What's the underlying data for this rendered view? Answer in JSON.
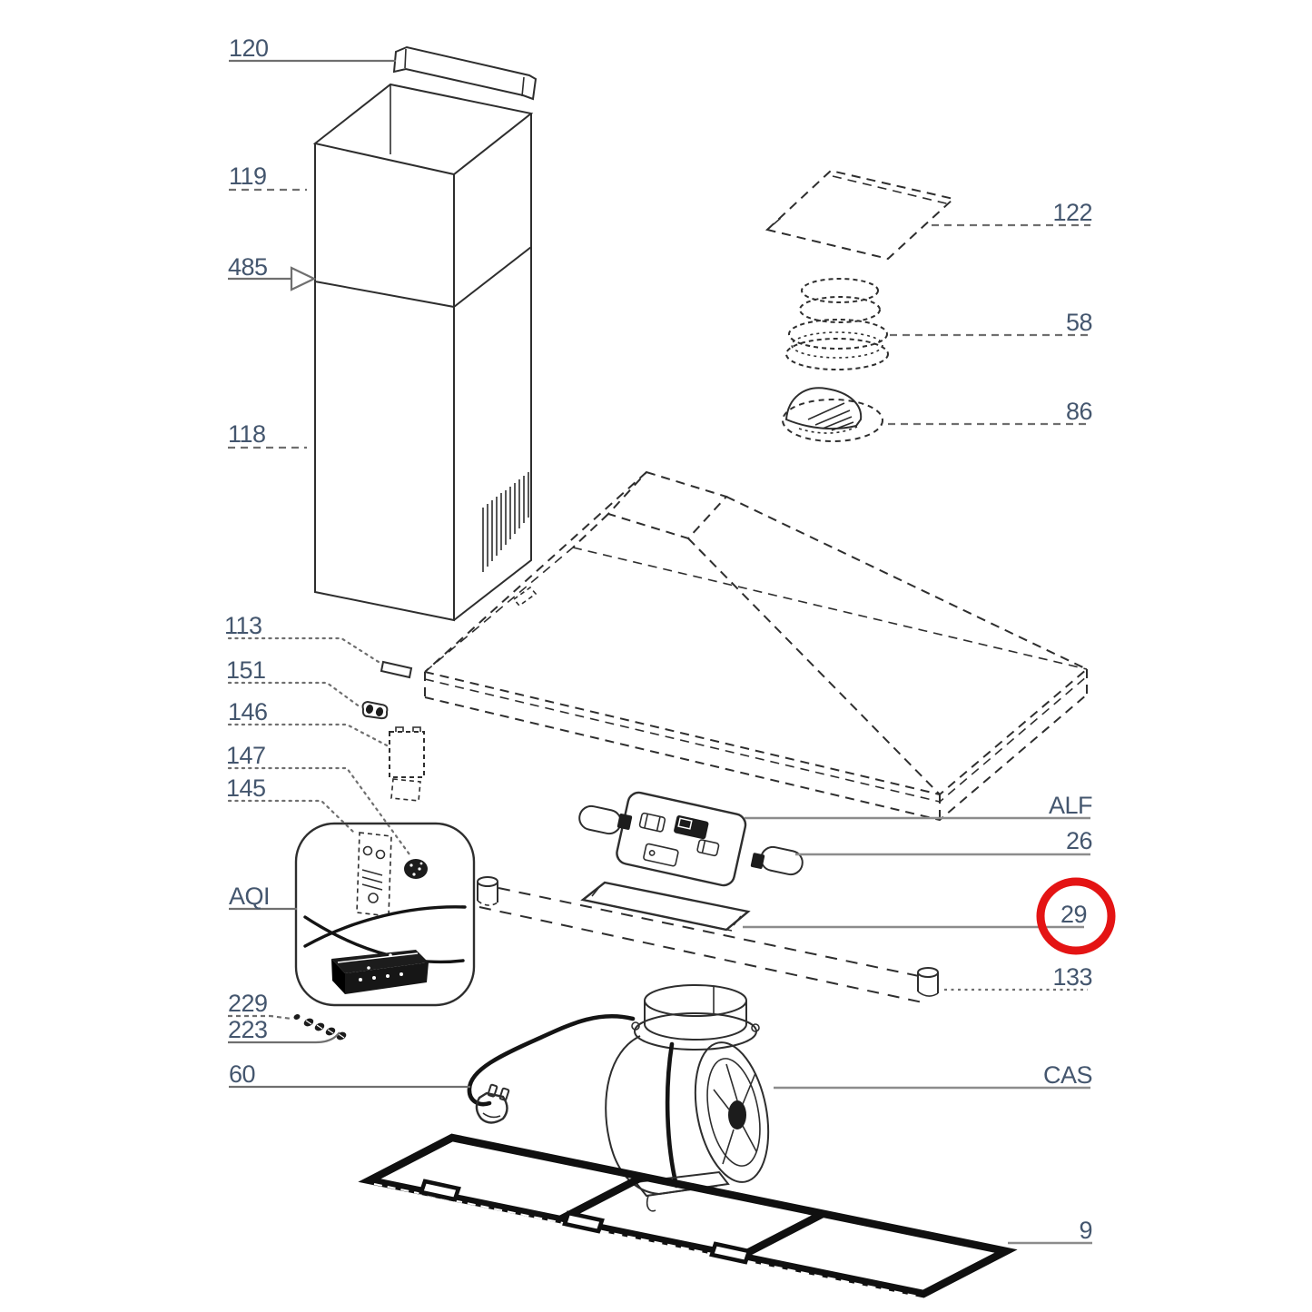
{
  "diagram_type": "exploded-parts-diagram",
  "colors": {
    "label": "#44566e",
    "leader": "#6f6f6f",
    "outline": "#2e2e2e",
    "highlight": "#e41414"
  },
  "highlight": {
    "ref": "29",
    "shape": "circle",
    "color": "#e41414"
  },
  "callouts": [
    {
      "ref": "120",
      "leader": "solid",
      "part": "top-mounting-bracket"
    },
    {
      "ref": "119",
      "leader": "dashed",
      "part": "chimney-upper-section"
    },
    {
      "ref": "485",
      "leader": "solid-arrow",
      "part": "chimney-assembly-seam"
    },
    {
      "ref": "118",
      "leader": "dashed",
      "part": "chimney-lower-section"
    },
    {
      "ref": "113",
      "leader": "dotted",
      "part": "small-plate-strip"
    },
    {
      "ref": "151",
      "leader": "dotted",
      "part": "lamp-holder"
    },
    {
      "ref": "146",
      "leader": "dotted",
      "part": "capacitor-box"
    },
    {
      "ref": "147",
      "leader": "dotted",
      "part": "cable-grommet"
    },
    {
      "ref": "145",
      "leader": "dotted",
      "part": "control-board"
    },
    {
      "ref": "AQI",
      "leader": "solid",
      "part": "electronics-kit-box"
    },
    {
      "ref": "229",
      "leader": "dashed",
      "part": "screw-set"
    },
    {
      "ref": "223",
      "leader": "solid",
      "part": "screw-set"
    },
    {
      "ref": "60",
      "leader": "solid",
      "part": "power-cord-with-plug"
    },
    {
      "ref": "122",
      "leader": "dashed",
      "part": "top-cover-plate"
    },
    {
      "ref": "58",
      "leader": "dashed",
      "part": "duct-reducer-ring"
    },
    {
      "ref": "86",
      "leader": "dashed",
      "part": "non-return-valve"
    },
    {
      "ref": "ALF",
      "leader": "solid",
      "part": "control-panel"
    },
    {
      "ref": "26",
      "leader": "solid",
      "part": "control-knob"
    },
    {
      "ref": "29",
      "leader": "solid",
      "part": "light-cover-strip"
    },
    {
      "ref": "133",
      "leader": "dotted",
      "part": "support-bar"
    },
    {
      "ref": "CAS",
      "leader": "solid",
      "part": "motor-blower-assembly"
    },
    {
      "ref": "9",
      "leader": "solid",
      "part": "grease-filter-frame"
    }
  ]
}
